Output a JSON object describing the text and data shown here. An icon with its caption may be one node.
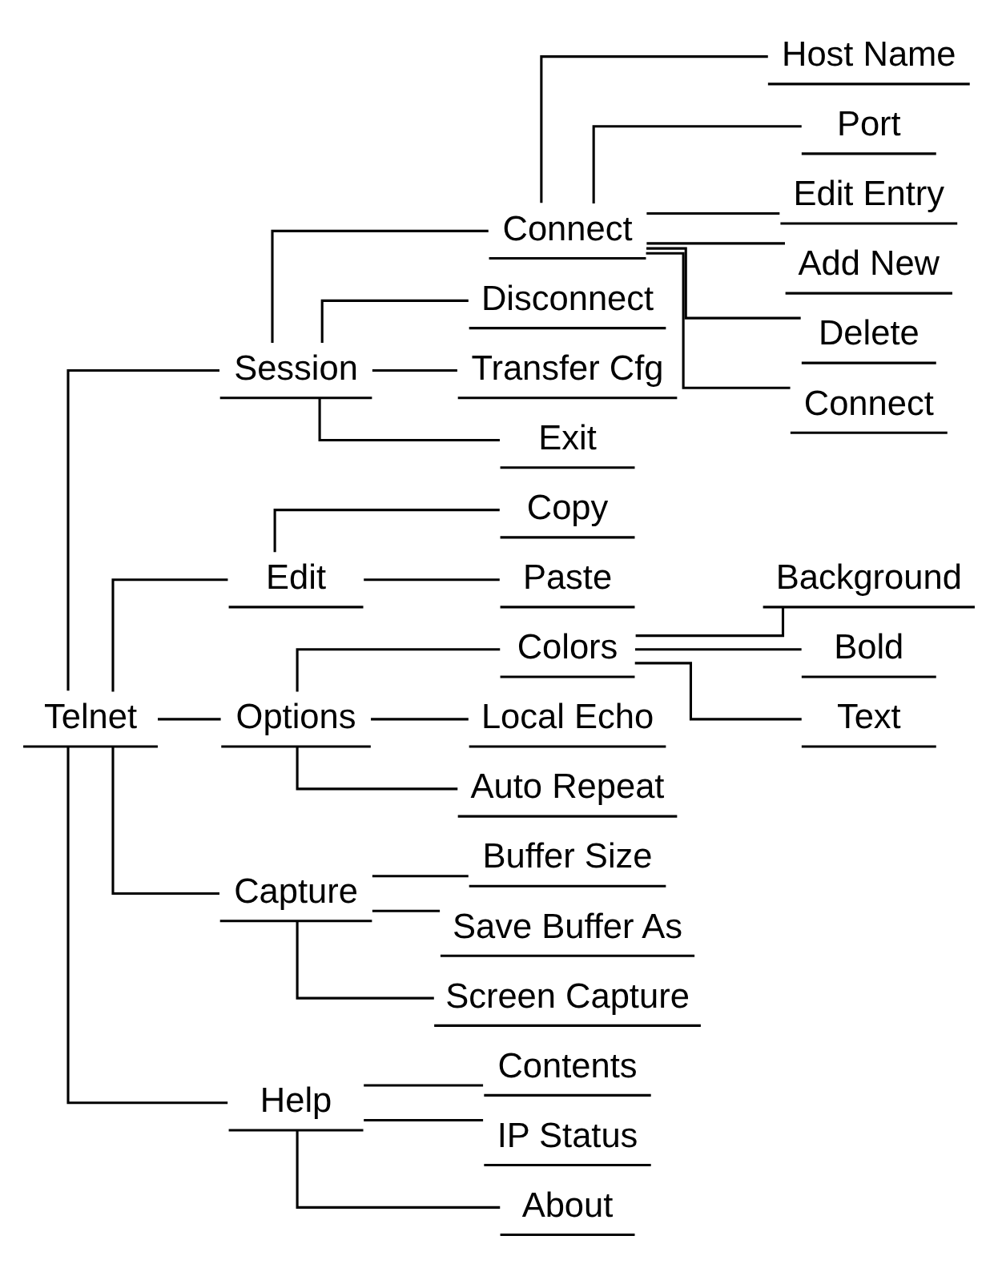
{
  "diagram": {
    "nodes": [
      {
        "text": [
          "Telnet"
        ]
      },
      {
        "text": [
          "Session"
        ]
      },
      {
        "text": [
          "Connect"
        ]
      },
      {
        "text": [
          "Host Name"
        ]
      },
      {
        "text": [
          "Port"
        ]
      },
      {
        "text": [
          "Edit Entry"
        ]
      },
      {
        "text": [
          "Add New"
        ]
      },
      {
        "text": [
          "Delete"
        ]
      },
      {
        "text": [
          "Connect"
        ]
      },
      {
        "text": [
          "Disconnect"
        ]
      },
      {
        "text": [
          "Transfer Cfg"
        ]
      },
      {
        "text": [
          "Exit"
        ]
      },
      {
        "text": [
          "Edit"
        ]
      },
      {
        "text": [
          "Copy"
        ]
      },
      {
        "text": [
          "Paste"
        ]
      },
      {
        "text": [
          "Options"
        ]
      },
      {
        "text": [
          "Colors"
        ]
      },
      {
        "text": [
          "Background"
        ]
      },
      {
        "text": [
          "Bold"
        ]
      },
      {
        "text": [
          "Text"
        ]
      },
      {
        "text": [
          "Local Echo"
        ]
      },
      {
        "text": [
          "Auto Repeat"
        ]
      },
      {
        "text": [
          "Capture"
        ]
      },
      {
        "text": [
          "Buffer Size"
        ]
      },
      {
        "text": [
          "Save Buffer As"
        ]
      },
      {
        "text": [
          "Screen Capture"
        ]
      },
      {
        "text": [
          "Help"
        ]
      },
      {
        "text": [
          "Contents"
        ]
      },
      {
        "text": [
          "IP Status"
        ]
      },
      {
        "text": [
          "About"
        ]
      }
    ],
    "edges": [
      {
        "from": 0,
        "to": 1,
        "arrow": "none"
      },
      {
        "from": 1,
        "to": 2,
        "arrow": "none"
      },
      {
        "from": 2,
        "to": 3,
        "arrow": "none"
      },
      {
        "from": 2,
        "to": 4,
        "arrow": "none"
      },
      {
        "from": 2,
        "to": 5,
        "arrow": "none"
      },
      {
        "from": 2,
        "to": 6,
        "arrow": "none"
      },
      {
        "from": 2,
        "to": 7,
        "arrow": "none"
      },
      {
        "from": 2,
        "to": 8,
        "arrow": "none"
      },
      {
        "from": 1,
        "to": 9,
        "arrow": "none"
      },
      {
        "from": 1,
        "to": 10,
        "arrow": "none"
      },
      {
        "from": 1,
        "to": 11,
        "arrow": "none"
      },
      {
        "from": 0,
        "to": 12,
        "arrow": "none"
      },
      {
        "from": 12,
        "to": 13,
        "arrow": "none"
      },
      {
        "from": 12,
        "to": 14,
        "arrow": "none"
      },
      {
        "from": 0,
        "to": 15,
        "arrow": "none"
      },
      {
        "from": 15,
        "to": 16,
        "arrow": "none"
      },
      {
        "from": 16,
        "to": 17,
        "arrow": "none"
      },
      {
        "from": 16,
        "to": 18,
        "arrow": "none"
      },
      {
        "from": 16,
        "to": 19,
        "arrow": "none"
      },
      {
        "from": 15,
        "to": 20,
        "arrow": "none"
      },
      {
        "from": 15,
        "to": 21,
        "arrow": "none"
      },
      {
        "from": 0,
        "to": 22,
        "arrow": "none"
      },
      {
        "from": 22,
        "to": 23,
        "arrow": "none"
      },
      {
        "from": 22,
        "to": 24,
        "arrow": "none"
      },
      {
        "from": 22,
        "to": 25,
        "arrow": "none"
      },
      {
        "from": 0,
        "to": 26,
        "arrow": "none"
      },
      {
        "from": 26,
        "to": 27,
        "arrow": "none"
      },
      {
        "from": 26,
        "to": 28,
        "arrow": "none"
      },
      {
        "from": 26,
        "to": 29,
        "arrow": "none"
      }
    ]
  }
}
